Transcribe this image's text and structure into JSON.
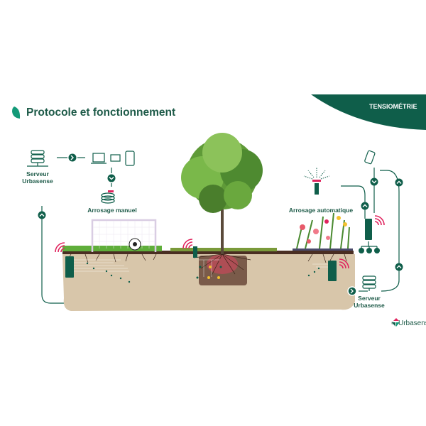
{
  "header": {
    "title": "Protocole et fonctionnement",
    "banner": "TENSIOMÉTRIE"
  },
  "left_flow": {
    "server_label_line1": "Serveur",
    "server_label_line2": "Urbasense",
    "manual_label": "Arrosage manuel"
  },
  "right_flow": {
    "auto_label": "Arrosage automatique",
    "server_label_line1": "Serveur",
    "server_label_line2": "Urbasense"
  },
  "footer": {
    "copyright": "©",
    "logo_text": "Urbasense"
  },
  "colors": {
    "brand_green": "#0f5e4a",
    "signal_red": "#e0245e",
    "soil": "#d8c6aa",
    "pit": "#7a5b4a",
    "accent_yellow": "#f2c12e"
  }
}
